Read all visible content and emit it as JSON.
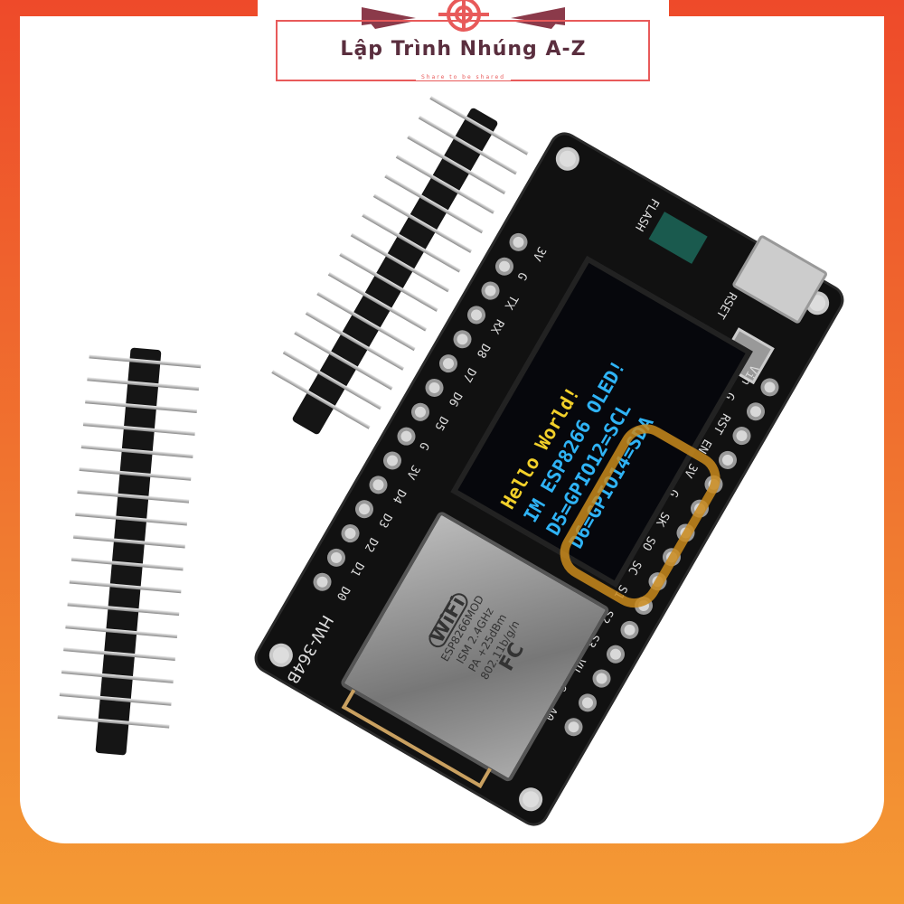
{
  "logo": {
    "title": "Lập Trình Nhúng A-Z",
    "tagline": "Share to be shared",
    "colors": {
      "frame": "#e85a5a",
      "text": "#5a2e3e",
      "wings": "#8b3a4a"
    }
  },
  "board": {
    "model": "HW-364B",
    "flash_label": "FLASH",
    "reset_label": "RSET",
    "oled_lines": [
      "Hello World!",
      "IM ESP8266 OLED!",
      "D5=GPIO12=SCL",
      "D6=GPIO14=SDA"
    ],
    "oled_colors": {
      "yellow": "#f2d02a",
      "blue": "#2fb3f5"
    },
    "left_pins": [
      "3V",
      "G",
      "TX",
      "RX",
      "D8",
      "D7",
      "D6",
      "D5",
      "G",
      "3V",
      "D4",
      "D3",
      "D2",
      "D1",
      "D0"
    ],
    "right_pins": [
      "Vin",
      "G",
      "RST",
      "EN",
      "3V",
      "G",
      "SK",
      "SO",
      "SC",
      "S1",
      "S2",
      "S3",
      "VU",
      "G",
      "A0"
    ],
    "module": {
      "logo": "WiFi",
      "name": "ESP8266MOD",
      "specs": [
        "ISM 2.4GHz",
        "PA +25dBm",
        "802.11b/g/n"
      ],
      "cert": "FC"
    }
  },
  "frame_colors": {
    "top": "#ee4a2a",
    "bottom": "#f49a34"
  }
}
